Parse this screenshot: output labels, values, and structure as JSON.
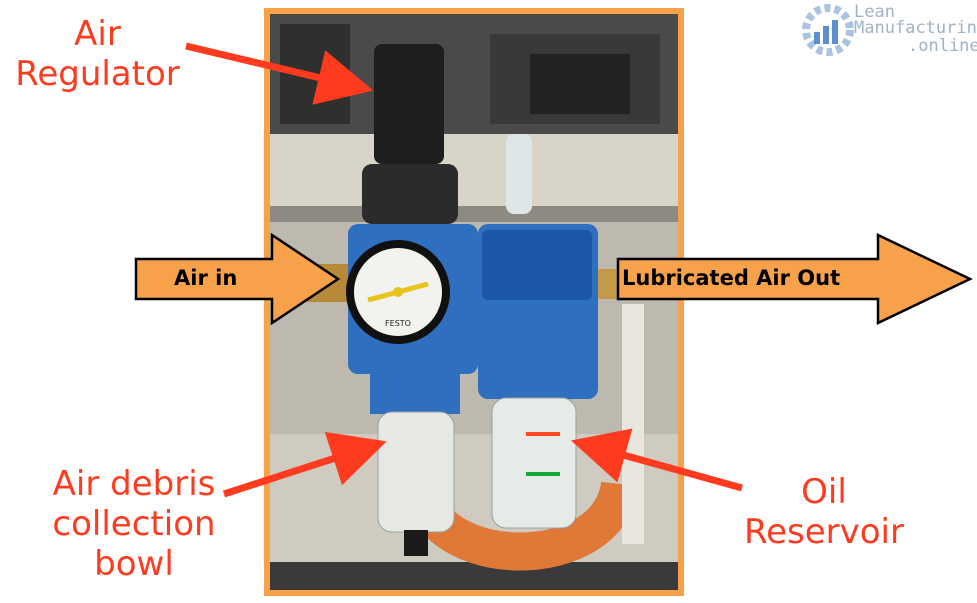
{
  "labels": {
    "air_regulator": "Air Regulator",
    "air_debris_bowl": "Air debris collection bowl",
    "oil_reservoir": "Oil Reservoir",
    "air_in": "Air in",
    "lubricated_air_out": "Lubricated Air Out"
  },
  "gauge": {
    "brand": "FESTO"
  },
  "logo": {
    "line1": "Lean",
    "line2": "Manufacturing",
    "line3": ".online"
  },
  "colors": {
    "label_red": "#ff3b1f",
    "frame_orange": "#f7a24a",
    "arrow_orange": "#f7a24a",
    "pointer_red": "#ff3b1f",
    "level_high": "#ff4a1f",
    "level_low": "#17a83a",
    "logo_blue": "#9fb3c8"
  },
  "icons": {
    "logo": "gear-bar-chart-icon",
    "arrow_in": "right-arrow-icon",
    "arrow_out": "right-arrow-icon"
  }
}
